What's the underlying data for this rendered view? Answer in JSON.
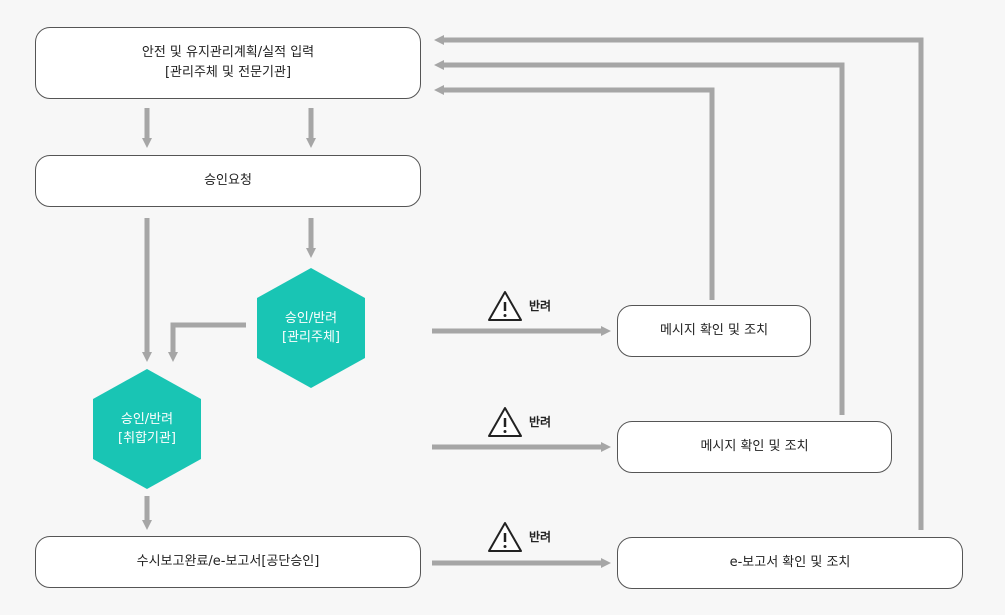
{
  "colors": {
    "arrow": "#a6a6a6",
    "hexagon": "#19c5b4",
    "box_border": "#555555",
    "background": "#f7f7f7"
  },
  "boxes": {
    "input": {
      "line1": "안전 및 유지관리계획/실적 입력",
      "line2": "[관리주체 및 전문기관]"
    },
    "request": {
      "text": "승인요청"
    },
    "complete": {
      "text": "수시보고완료/e-보고서[공단승인]"
    },
    "action1": {
      "text": "메시지 확인 및 조치"
    },
    "action2": {
      "text": "메시지 확인 및 조치"
    },
    "action3": {
      "text": "e-보고서 확인 및 조치"
    }
  },
  "hexagons": {
    "manager": {
      "line1": "승인/반려",
      "line2": "[관리주체]"
    },
    "agency": {
      "line1": "승인/반려",
      "line2": "[취합기관]"
    }
  },
  "reject_labels": [
    "반려",
    "반려",
    "반려"
  ],
  "icons": [
    "warning-icon",
    "warning-icon",
    "warning-icon"
  ]
}
